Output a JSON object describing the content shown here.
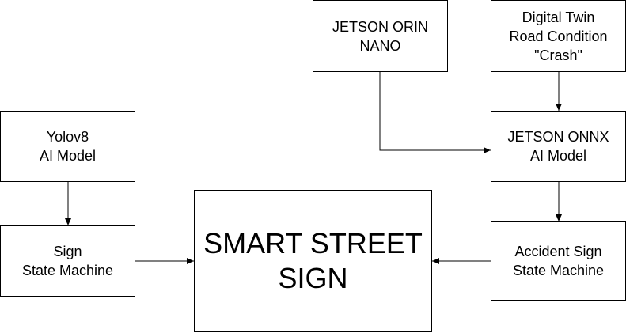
{
  "nodes": {
    "jetson_orin_nano": {
      "label": "JETSON ORIN\nNANO"
    },
    "digital_twin": {
      "label": "Digital Twin\nRoad Condition\n\"Crash\""
    },
    "yolov8": {
      "label": "Yolov8\nAI Model"
    },
    "jetson_onnx": {
      "label": "JETSON ONNX\nAI Model"
    },
    "sign_state_machine": {
      "label": "Sign\nState Machine"
    },
    "smart_street_sign": {
      "label": "SMART STREET\nSIGN"
    },
    "accident_sign_state_machine": {
      "label": "Accident Sign\nState Machine"
    }
  },
  "edges": [
    {
      "from": "jetson_orin_nano",
      "to": "jetson_onnx"
    },
    {
      "from": "digital_twin",
      "to": "jetson_onnx"
    },
    {
      "from": "yolov8",
      "to": "sign_state_machine"
    },
    {
      "from": "jetson_onnx",
      "to": "accident_sign_state_machine"
    },
    {
      "from": "sign_state_machine",
      "to": "smart_street_sign"
    },
    {
      "from": "accident_sign_state_machine",
      "to": "smart_street_sign"
    }
  ],
  "colors": {
    "stroke": "#000000",
    "fill": "#ffffff",
    "text": "#000000"
  }
}
